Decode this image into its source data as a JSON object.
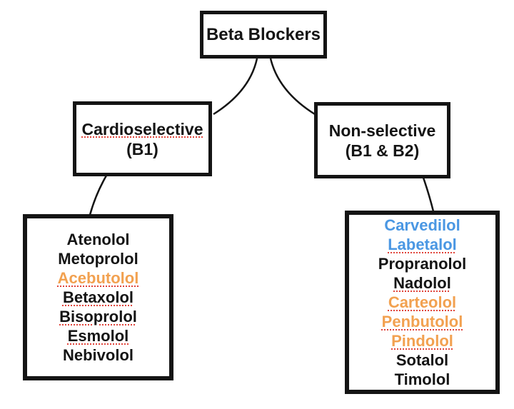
{
  "title_box": {
    "label": "Beta Blockers"
  },
  "branch_boxes": [
    {
      "name": "cardioselective",
      "line1": "Cardioselective",
      "line1_spell_underline": true,
      "line2": "(B1)"
    },
    {
      "name": "non-selective",
      "line1": "Non-selective",
      "line1_spell_underline": false,
      "line2": "(B1 & B2)"
    }
  ],
  "drug_boxes": [
    {
      "name": "cardioselective-drugs",
      "items": [
        {
          "text": "Atenolol",
          "color": "black",
          "spell_underline": false
        },
        {
          "text": "Metoprolol",
          "color": "black",
          "spell_underline": false
        },
        {
          "text": "Acebutolol",
          "color": "orange",
          "spell_underline": true
        },
        {
          "text": "Betaxolol",
          "color": "black",
          "spell_underline": true
        },
        {
          "text": "Bisoprolol",
          "color": "black",
          "spell_underline": true
        },
        {
          "text": "Esmolol",
          "color": "black",
          "spell_underline": true
        },
        {
          "text": "Nebivolol",
          "color": "black",
          "spell_underline": false
        }
      ]
    },
    {
      "name": "non-selective-drugs",
      "items": [
        {
          "text": "Carvedilol",
          "color": "blue",
          "spell_underline": false
        },
        {
          "text": "Labetalol",
          "color": "blue",
          "spell_underline": true
        },
        {
          "text": "Propranolol",
          "color": "black",
          "spell_underline": false
        },
        {
          "text": "Nadolol",
          "color": "black",
          "spell_underline": true
        },
        {
          "text": "Carteolol",
          "color": "orange",
          "spell_underline": true
        },
        {
          "text": "Penbutolol",
          "color": "orange",
          "spell_underline": true
        },
        {
          "text": "Pindolol",
          "color": "orange",
          "spell_underline": true
        },
        {
          "text": "Sotalol",
          "color": "black",
          "spell_underline": false
        },
        {
          "text": "Timolol",
          "color": "black",
          "spell_underline": false
        }
      ]
    }
  ],
  "colors": {
    "text_black": "#141414",
    "orange": "#F2A150",
    "blue": "#4A97E3",
    "spell_red": "#E0443A"
  }
}
